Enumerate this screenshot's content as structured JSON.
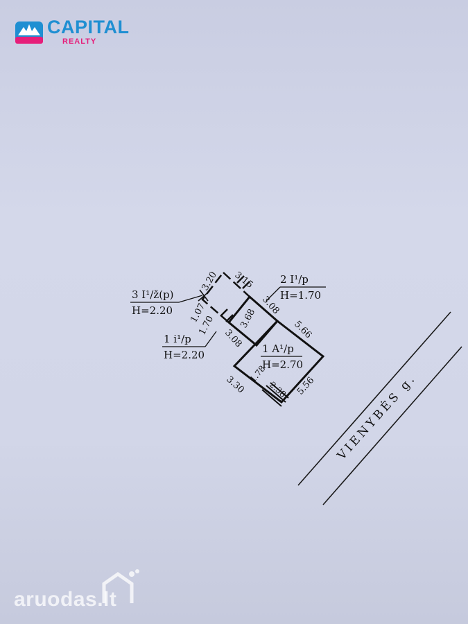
{
  "logo": {
    "name": "CAPITAL",
    "sub": "REALTY",
    "primary_color": "#1f8fd2",
    "accent_color": "#e61e7a"
  },
  "watermark": {
    "text": "aruodas.lt"
  },
  "street": {
    "name": "VIENYBĖS g."
  },
  "rooms": [
    {
      "id": "room-3",
      "label": "3 I¹/ž(p)",
      "height": "H=2.20"
    },
    {
      "id": "room-2",
      "label": "2 I¹/p",
      "height": "H=1.70"
    },
    {
      "id": "room-1i",
      "label": "1 i¹/p",
      "height": "H=2.20"
    },
    {
      "id": "room-1a",
      "label": "1 A¹/p",
      "height": "H=2.70"
    }
  ],
  "dimensions": [
    "3.20",
    "3.15",
    "1.07",
    "1.70",
    "3.68",
    "3.08",
    "3.08",
    "5.66",
    "5.56",
    "3.30",
    "1.78",
    "2.38"
  ]
}
